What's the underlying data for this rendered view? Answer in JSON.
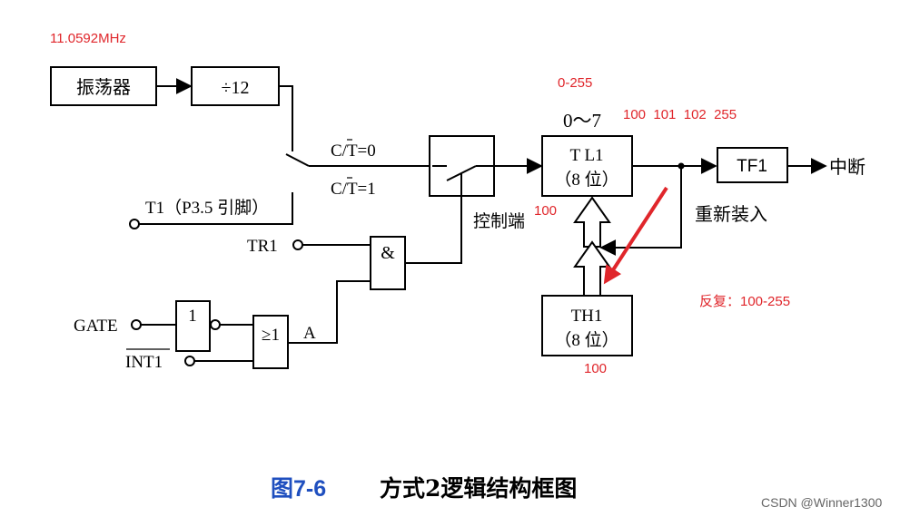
{
  "annotations": {
    "osc_freq": "11.0592MHz",
    "range": "0-255",
    "tl1_values": "100  101  102  255",
    "tl1_initial": "100",
    "th1_value": "100",
    "repeat": "反复：100-255"
  },
  "blocks": {
    "oscillator": "振荡器",
    "divider": "÷12",
    "tl1_line1": "T L1",
    "tl1_line2": "（8 位）",
    "tl1_bits": "0～7",
    "th1_line1": "TH1",
    "th1_line2": "（8 位）",
    "tf1": "TF1",
    "and_gate": "&",
    "not_gate": "1",
    "or_gate": "≥1"
  },
  "signals": {
    "ct0": "C/T=0",
    "ct1": "C/T=1",
    "t1_pin": "T1（P3.5 引脚）",
    "tr1": "TR1",
    "gate": "GATE",
    "int1": "INT1",
    "a": "A",
    "control": "控制端",
    "reload": "重新装入",
    "interrupt": "中断"
  },
  "caption": {
    "figure": "图7-6",
    "title": "方式2逻辑结构框图"
  },
  "watermark": "CSDN @Winner1300",
  "colors": {
    "annotation": "#e0262b",
    "caption_figure": "#1f4fbf"
  }
}
